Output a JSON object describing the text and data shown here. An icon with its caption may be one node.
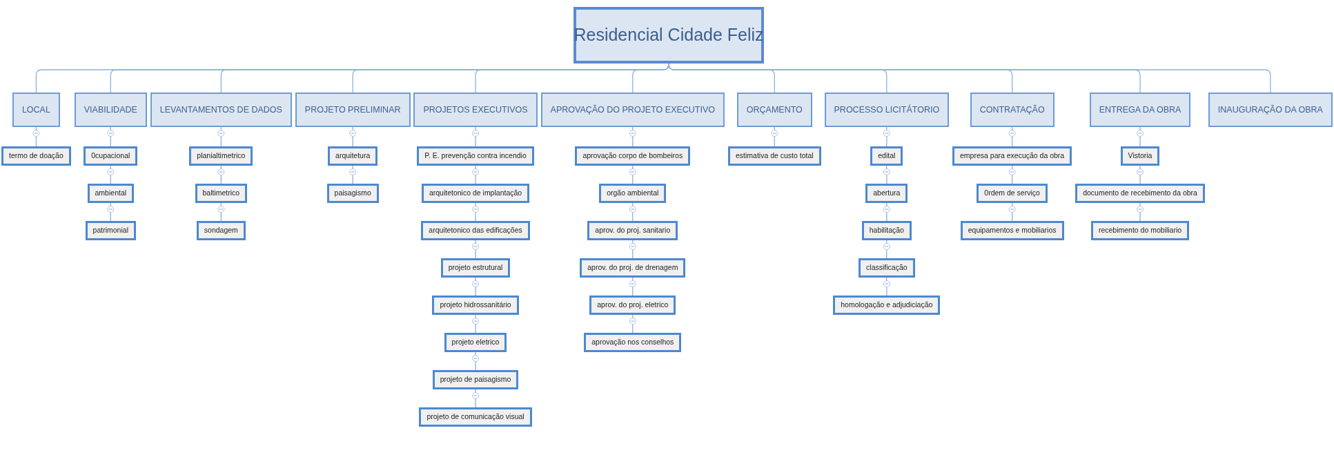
{
  "diagram": {
    "nodes": [
      {
        "text": [
          "Residencial Cidade Feliz"
        ]
      },
      {
        "text": [
          "LOCAL"
        ]
      },
      {
        "text": [
          "termo de doação"
        ]
      },
      {
        "text": [
          "VIABILIDADE"
        ]
      },
      {
        "text": [
          "0cupacional"
        ]
      },
      {
        "text": [
          "ambiental"
        ]
      },
      {
        "text": [
          "patrimonial"
        ]
      },
      {
        "text": [
          "LEVANTAMENTOS DE DADOS"
        ]
      },
      {
        "text": [
          "planialtimetrico"
        ]
      },
      {
        "text": [
          "baltimetrico"
        ]
      },
      {
        "text": [
          "sondagem"
        ]
      },
      {
        "text": [
          "PROJETO PRELIMINAR"
        ]
      },
      {
        "text": [
          "arquitetura"
        ]
      },
      {
        "text": [
          "paisagismo"
        ]
      },
      {
        "text": [
          "PROJETOS EXECUTIVOS"
        ]
      },
      {
        "text": [
          "P. E. prevenção contra incendio"
        ]
      },
      {
        "text": [
          "arquitetonico de implantação"
        ]
      },
      {
        "text": [
          "arquitetonico das edificações"
        ]
      },
      {
        "text": [
          "projeto estrutural"
        ]
      },
      {
        "text": [
          "projeto hidrossanitário"
        ]
      },
      {
        "text": [
          "projeto eletrico"
        ]
      },
      {
        "text": [
          "projeto de paisagismo"
        ]
      },
      {
        "text": [
          "projeto de comunicação visual"
        ]
      },
      {
        "text": [
          "APROVAÇÃO DO PROJETO EXECUTIVO"
        ]
      },
      {
        "text": [
          "aprovação corpo de bombeiros"
        ]
      },
      {
        "text": [
          "orgão ambiental"
        ]
      },
      {
        "text": [
          "aprov. do proj. sanitario"
        ]
      },
      {
        "text": [
          "aprov. do proj. de drenagem"
        ]
      },
      {
        "text": [
          "aprov. do proj. eletrico"
        ]
      },
      {
        "text": [
          "aprovação nos conselhos"
        ]
      },
      {
        "text": [
          "ORÇAMENTO"
        ]
      },
      {
        "text": [
          "estimativa de custo total"
        ]
      },
      {
        "text": [
          "PROCESSO LICITÁTORIO"
        ]
      },
      {
        "text": [
          "edital"
        ]
      },
      {
        "text": [
          "abertura"
        ]
      },
      {
        "text": [
          "habilitação"
        ]
      },
      {
        "text": [
          "classificação"
        ]
      },
      {
        "text": [
          "homologação e adjudiciação"
        ]
      },
      {
        "text": [
          "CONTRATAÇÃO"
        ]
      },
      {
        "text": [
          "empresa para execução da obra"
        ]
      },
      {
        "text": [
          "0rdem de serviço"
        ]
      },
      {
        "text": [
          "equipamentos e mobiliarios"
        ]
      },
      {
        "text": [
          "ENTREGA DA OBRA"
        ]
      },
      {
        "text": [
          "Vistoria"
        ]
      },
      {
        "text": [
          "documento de recebimento da obra"
        ]
      },
      {
        "text": [
          "recebimento do mobiliario"
        ]
      },
      {
        "text": [
          "INAUGURAÇÃO DA OBRA"
        ]
      }
    ],
    "edges": [
      {
        "from": 0,
        "to": 1,
        "arrow": "none"
      },
      {
        "from": 0,
        "to": 3,
        "arrow": "none"
      },
      {
        "from": 0,
        "to": 7,
        "arrow": "none"
      },
      {
        "from": 0,
        "to": 11,
        "arrow": "none"
      },
      {
        "from": 0,
        "to": 14,
        "arrow": "none"
      },
      {
        "from": 0,
        "to": 23,
        "arrow": "none"
      },
      {
        "from": 0,
        "to": 30,
        "arrow": "none"
      },
      {
        "from": 0,
        "to": 32,
        "arrow": "none"
      },
      {
        "from": 0,
        "to": 38,
        "arrow": "none"
      },
      {
        "from": 0,
        "to": 42,
        "arrow": "none"
      },
      {
        "from": 0,
        "to": 46,
        "arrow": "none"
      },
      {
        "from": 1,
        "to": 2,
        "arrow": "none"
      },
      {
        "from": 3,
        "to": 4,
        "arrow": "none"
      },
      {
        "from": 4,
        "to": 5,
        "arrow": "none"
      },
      {
        "from": 5,
        "to": 6,
        "arrow": "none"
      },
      {
        "from": 7,
        "to": 8,
        "arrow": "none"
      },
      {
        "from": 8,
        "to": 9,
        "arrow": "none"
      },
      {
        "from": 9,
        "to": 10,
        "arrow": "none"
      },
      {
        "from": 11,
        "to": 12,
        "arrow": "none"
      },
      {
        "from": 12,
        "to": 13,
        "arrow": "none"
      },
      {
        "from": 14,
        "to": 15,
        "arrow": "none"
      },
      {
        "from": 15,
        "to": 16,
        "arrow": "none"
      },
      {
        "from": 16,
        "to": 17,
        "arrow": "none"
      },
      {
        "from": 17,
        "to": 18,
        "arrow": "none"
      },
      {
        "from": 18,
        "to": 19,
        "arrow": "none"
      },
      {
        "from": 19,
        "to": 20,
        "arrow": "none"
      },
      {
        "from": 20,
        "to": 21,
        "arrow": "none"
      },
      {
        "from": 21,
        "to": 22,
        "arrow": "none"
      },
      {
        "from": 23,
        "to": 24,
        "arrow": "none"
      },
      {
        "from": 24,
        "to": 25,
        "arrow": "none"
      },
      {
        "from": 25,
        "to": 26,
        "arrow": "none"
      },
      {
        "from": 26,
        "to": 27,
        "arrow": "none"
      },
      {
        "from": 27,
        "to": 28,
        "arrow": "none"
      },
      {
        "from": 28,
        "to": 29,
        "arrow": "none"
      },
      {
        "from": 30,
        "to": 31,
        "arrow": "none"
      },
      {
        "from": 32,
        "to": 33,
        "arrow": "none"
      },
      {
        "from": 33,
        "to": 34,
        "arrow": "none"
      },
      {
        "from": 34,
        "to": 35,
        "arrow": "none"
      },
      {
        "from": 35,
        "to": 36,
        "arrow": "none"
      },
      {
        "from": 36,
        "to": 37,
        "arrow": "none"
      },
      {
        "from": 38,
        "to": 39,
        "arrow": "none"
      },
      {
        "from": 39,
        "to": 40,
        "arrow": "none"
      },
      {
        "from": 40,
        "to": 41,
        "arrow": "none"
      },
      {
        "from": 42,
        "to": 43,
        "arrow": "none"
      },
      {
        "from": 43,
        "to": 44,
        "arrow": "none"
      },
      {
        "from": 44,
        "to": 45,
        "arrow": "none"
      }
    ]
  }
}
